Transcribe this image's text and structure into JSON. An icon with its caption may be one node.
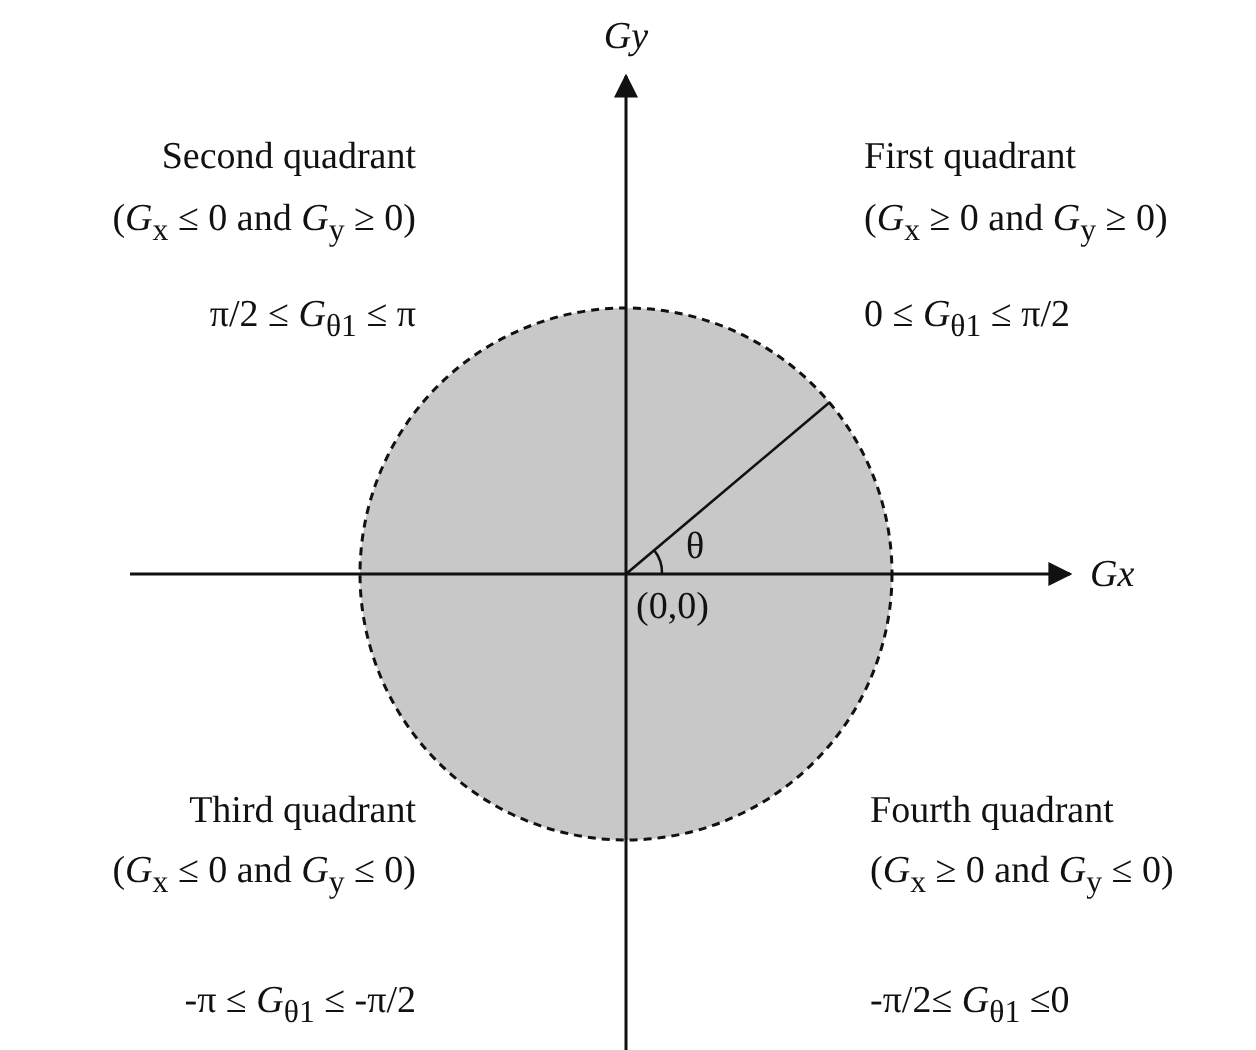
{
  "diagram": {
    "labels": [
      "Gy",
      "Second quadrant",
      "(*G*$_{x}$ ≤ 0 and *G*$_{y}$ ≥ 0)",
      "First quadrant",
      "(*G*$_{x}$ ≥ 0 and *G*$_{y}$ ≥ 0)",
      "π/2 ≤ *G*$_{θ1}$ ≤ π",
      "0 ≤ *G*$_{θ1}$ ≤ π/2",
      "θ",
      "Gx",
      "(0,0)",
      "Third quadrant",
      "Fourth quadrant",
      "(*G*$_{x}$ ≤ 0 and *G*$_{y}$ ≤ 0)",
      "(*G*$_{x}$ ≥ 0 and *G*$_{y}$ ≤ 0)",
      "-π ≤ *G*$_{θ1}$ ≤ -π/2",
      "-π/2≤ *G*$_{θ1}$ ≤0"
    ]
  }
}
